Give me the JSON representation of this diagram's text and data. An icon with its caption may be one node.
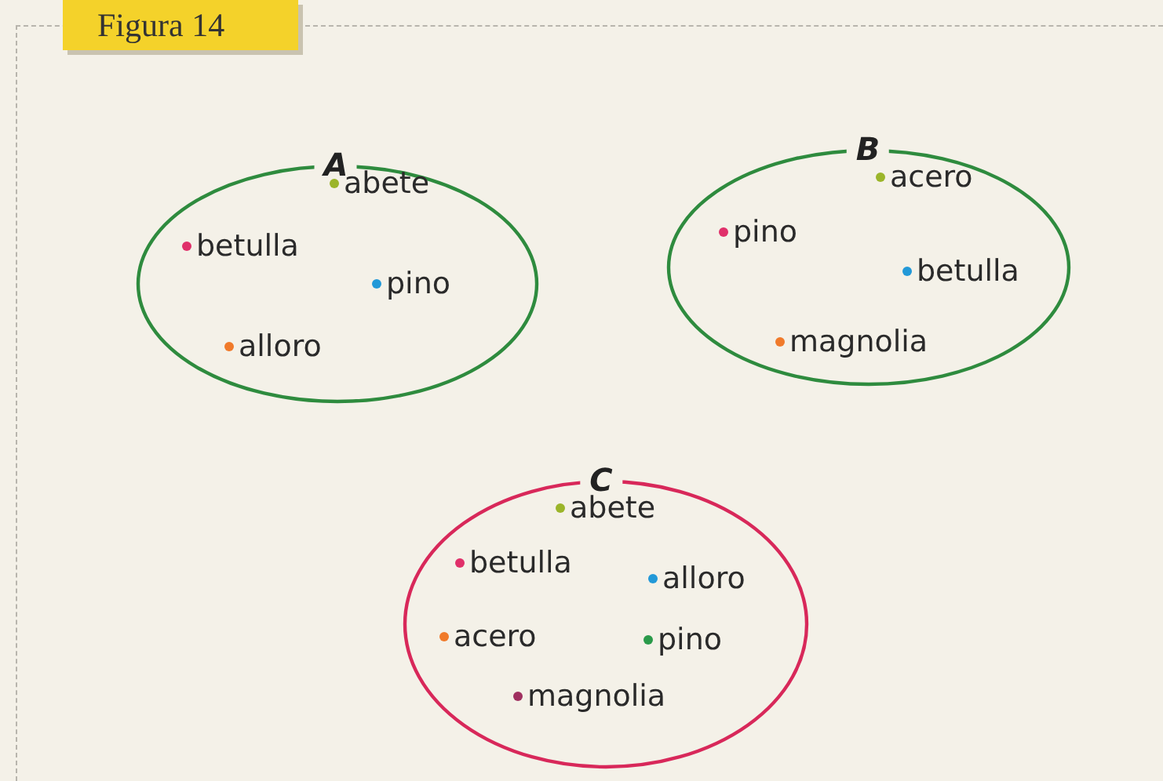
{
  "diagram": {
    "title": "Figura 14",
    "nodes": [
      {
        "text": [
          "A",
          "abete",
          "betulla",
          "pino",
          "alloro"
        ]
      },
      {
        "text": [
          "B",
          "acero",
          "pino",
          "betulla",
          "magnolia"
        ]
      },
      {
        "text": [
          "C",
          "abete",
          "betulla",
          "alloro",
          "acero",
          "pino",
          "magnolia"
        ]
      }
    ]
  }
}
